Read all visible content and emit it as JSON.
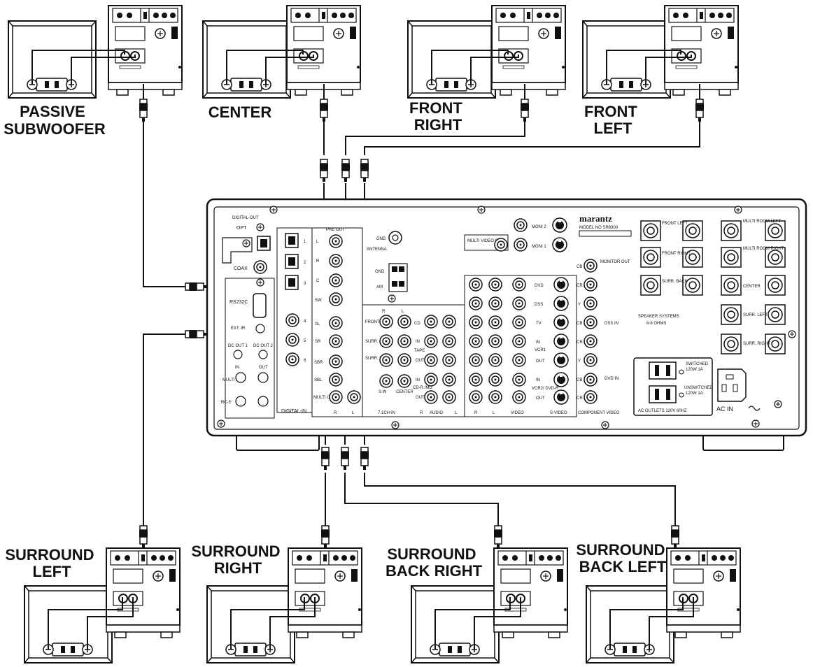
{
  "speakers": {
    "passive_subwoofer": [
      "PASSIVE",
      "SUBWOOFER"
    ],
    "center": [
      "CENTER"
    ],
    "front_right": [
      "FRONT",
      "RIGHT"
    ],
    "front_left": [
      "FRONT",
      "LEFT"
    ],
    "surround_left": [
      "SURROUND",
      "LEFT"
    ],
    "surround_right": [
      "SURROUND",
      "RIGHT"
    ],
    "surround_back_right": [
      "SURROUND",
      "BACK RIGHT"
    ],
    "surround_back_left": [
      "SURROUND",
      "BACK LEFT"
    ]
  },
  "receiver": {
    "brand": "marantz",
    "model": "MODEL NO SR8300",
    "digital_out": "DIGITAL-OUT",
    "opt": "OPT",
    "coax": "COAX",
    "rs232c": "RS232C",
    "ext_ir": "EXT. IR",
    "dc_out_1": "DC OUT 1",
    "dc_out_2": "DC OUT 2",
    "in": "IN",
    "out": "OUT",
    "multi_rc": "MULTI RC",
    "rc5": "RC-5",
    "digital_in": "DIGITAL-IN",
    "digital_in_nums": [
      "1",
      "2",
      "3",
      "4",
      "5",
      "6"
    ],
    "pre_out": "PRE OUT",
    "pre_out_labels": [
      "L",
      "R",
      "C",
      "SW",
      "SL",
      "SR",
      "SBR",
      "SBL",
      "MULTI OUT"
    ],
    "pre_out_bottom": [
      "R",
      "L"
    ],
    "gnd": "GND",
    "antenna": "ANTENNA",
    "am": "AM",
    "ch71_in": "7.1CH-IN",
    "ch71_header": [
      "R",
      "L"
    ],
    "ch71_rows": [
      "FRONT",
      "SURR.",
      "SURR. BACK"
    ],
    "sw": "S.W",
    "center": "CENTER",
    "audio_left_labels": [
      "CD",
      "IN",
      "TAPE",
      "OUT",
      "IN",
      "CD-R /MD",
      "OUT"
    ],
    "audio_bottom": [
      "R",
      "AUDIO",
      "L"
    ],
    "multi_video_out": "MULTI VIDEO OUT",
    "moni": [
      "MONI 2",
      "MONI 1"
    ],
    "video_rows": [
      "DVD",
      "DSS",
      "TV",
      "IN",
      "VCR1",
      "OUT",
      "IN",
      "VCR2/ DVD-R",
      "OUT"
    ],
    "video_bottom": [
      "R",
      "L",
      "VIDEO",
      "S-VIDEO"
    ],
    "monitor_out": "MONITOR OUT",
    "dss_in": "DSS IN",
    "dvd_in": "DVD IN",
    "component_video": "COMPONENT VIDEO",
    "comp_labels": [
      "CB",
      "CR",
      "Y",
      "CB",
      "CR",
      "Y",
      "CB",
      "CR"
    ],
    "spk_front_left": "FRONT LEFT",
    "spk_front_right": "FRONT RIGHT",
    "spk_surr_back": "SURR. BACK",
    "spk_multi_room_left": "MULTI ROOM LEFT",
    "spk_multi_room_right": "MULTI ROOM RIGHT",
    "spk_center": "CENTER",
    "spk_surr_left": "SURR. LEFT",
    "spk_surr_right": "SURR. RIGHT",
    "speaker_systems": [
      "SPEAKER SYSTEMS",
      "6-8 OHMS"
    ],
    "switched": [
      "SWITCHED",
      "120W 1A"
    ],
    "unswitched": [
      "UNSWITCHED",
      "120W 1A"
    ],
    "ac_outlets": "AC OUTLETS 120V 60HZ",
    "ac_in": "AC IN"
  }
}
